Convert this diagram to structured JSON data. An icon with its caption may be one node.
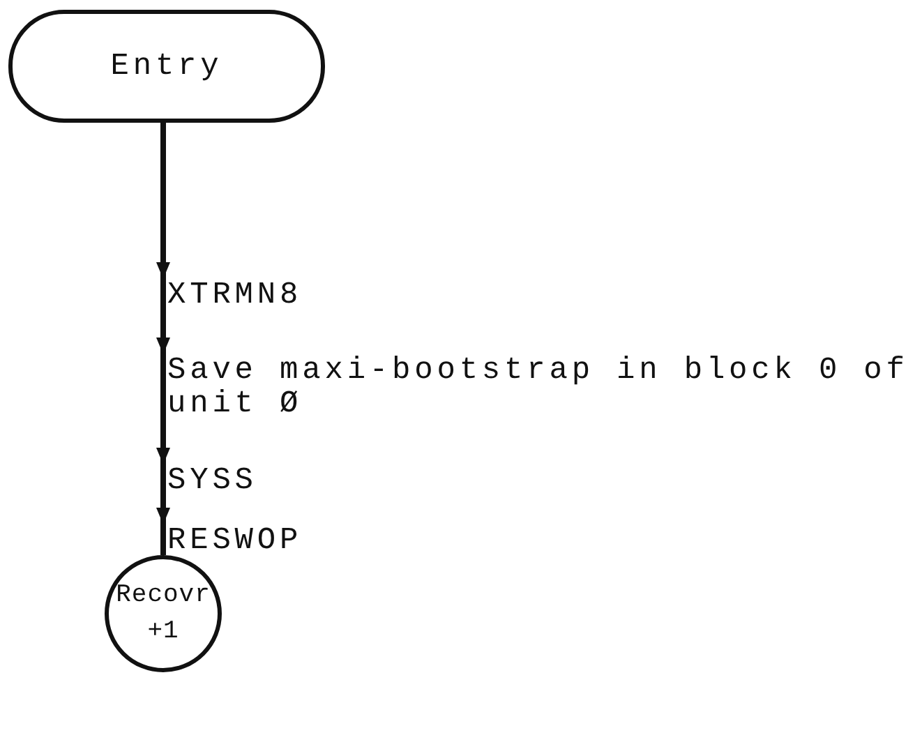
{
  "diagram": {
    "nodes": [
      {
        "text": [
          "Entry"
        ]
      },
      {
        "text": [
          "XTRMN8"
        ]
      },
      {
        "text": [
          "Save maxi-bootstrap in block 0 of unit Ø"
        ]
      },
      {
        "text": [
          "SYSS"
        ]
      },
      {
        "text": [
          "RESWOP"
        ]
      },
      {
        "text": [
          "Recovr +1"
        ]
      }
    ],
    "edges": [
      {
        "from": 0,
        "to": 1,
        "arrow": "to"
      },
      {
        "from": 1,
        "to": 2,
        "arrow": "to"
      },
      {
        "from": 2,
        "to": 3,
        "arrow": "to"
      },
      {
        "from": 3,
        "to": 4,
        "arrow": "to"
      },
      {
        "from": 4,
        "to": 5,
        "arrow": "none"
      }
    ]
  }
}
